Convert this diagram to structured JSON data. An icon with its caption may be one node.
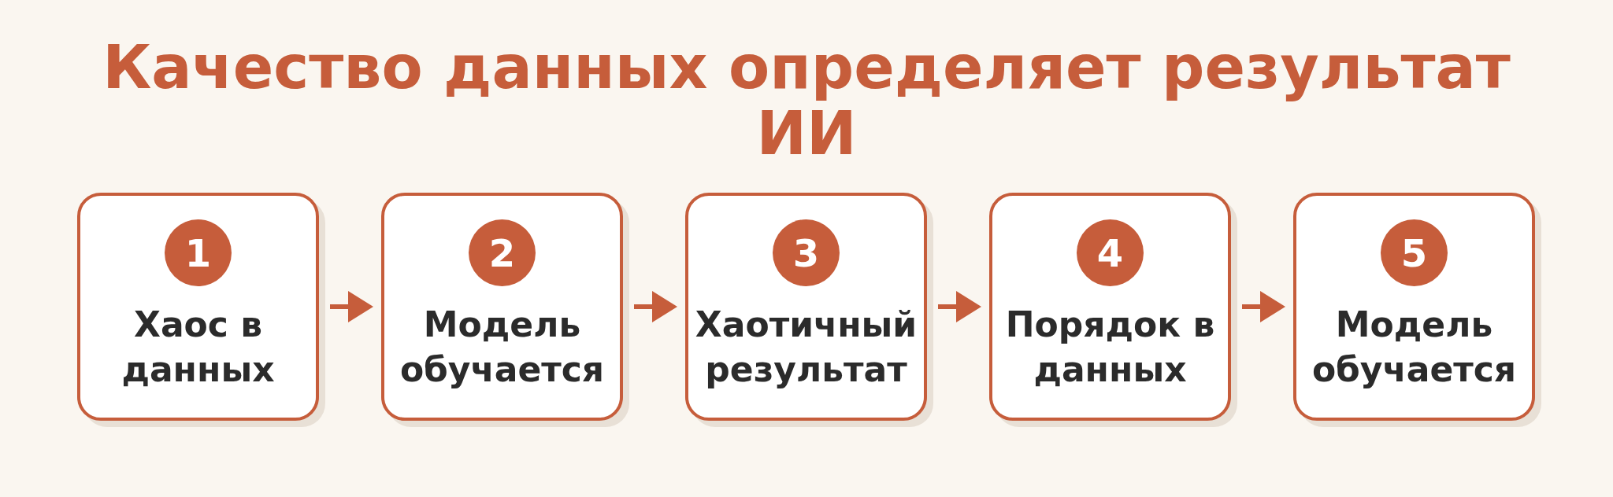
{
  "diagram": {
    "title": "Качество данных определяет результат ИИ",
    "nodes": [
      {
        "text": [
          "1",
          "Хаос в данных"
        ]
      },
      {
        "text": [
          "2",
          "Модель обучается"
        ]
      },
      {
        "text": [
          "3",
          "Хаотичный результат"
        ]
      },
      {
        "text": [
          "4",
          "Порядок в данных"
        ]
      },
      {
        "text": [
          "5",
          "Модель обучается"
        ]
      }
    ],
    "edges": [
      {
        "from": 0,
        "to": 1,
        "arrow": "to"
      },
      {
        "from": 1,
        "to": 2,
        "arrow": "to"
      },
      {
        "from": 2,
        "to": 3,
        "arrow": "to"
      },
      {
        "from": 3,
        "to": 4,
        "arrow": "to"
      }
    ]
  }
}
